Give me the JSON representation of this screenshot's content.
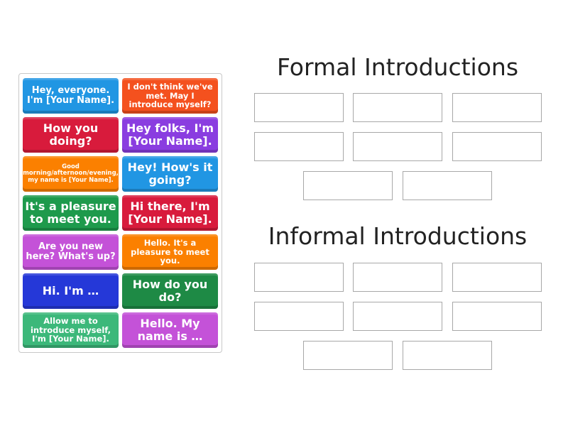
{
  "cards": [
    {
      "text": "Hey, everyone. I'm [Your Name].",
      "color": "#2196e3"
    },
    {
      "text": "I don't think we've met. May I introduce myself?",
      "color": "#f4511e"
    },
    {
      "text": "How you doing?",
      "color": "#d81b3c"
    },
    {
      "text": "Hey folks, I'm [Your Name].",
      "color": "#8a3de0"
    },
    {
      "text": "Good morning/afternoon/evening, my name is [Your Name].",
      "color": "#fb8000"
    },
    {
      "text": "Hey! How's it going?",
      "color": "#2196e3"
    },
    {
      "text": "It's a pleasure to meet you.",
      "color": "#1e9a4c"
    },
    {
      "text": "Hi there, I'm [Your Name].",
      "color": "#d81b3c"
    },
    {
      "text": "Are you new here? What's up?",
      "color": "#c452d8"
    },
    {
      "text": "Hello. It's a pleasure to meet you.",
      "color": "#fb8000"
    },
    {
      "text": "Hi. I'm …",
      "color": "#2538d8"
    },
    {
      "text": "How do you do?",
      "color": "#1e8a45"
    },
    {
      "text": "Allow me to introduce myself, I'm [Your Name].",
      "color": "#3cb87a"
    },
    {
      "text": "Hello. My name is …",
      "color": "#c452d8"
    }
  ],
  "groups": [
    {
      "title": "Formal Introductions",
      "slots": 8
    },
    {
      "title": "Informal Introductions",
      "slots": 8
    }
  ]
}
